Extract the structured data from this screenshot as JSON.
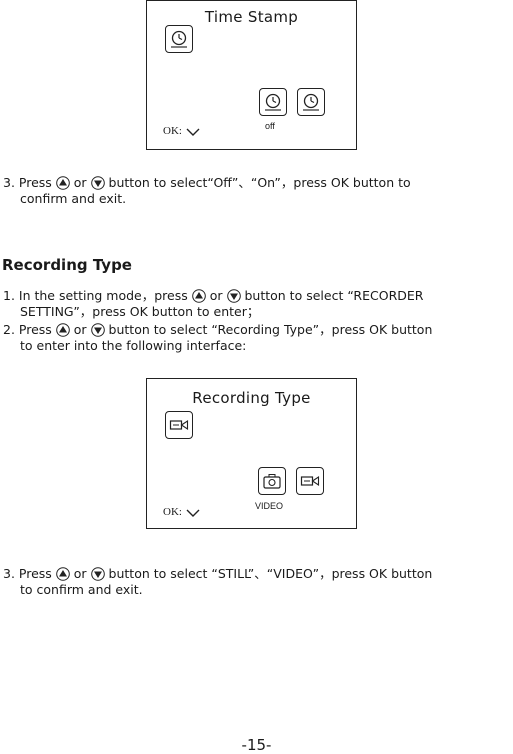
{
  "time_stamp_screen": {
    "title": "Time Stamp",
    "option_label": "off",
    "ok_label": "OK:"
  },
  "step3_time_stamp": {
    "prefix": "3. Press",
    "or": "or",
    "line1_mid": "button to select“Off”、“On”，press OK button to",
    "line2": "confirm and exit."
  },
  "recording_type_heading": "Recording Type",
  "step1": {
    "prefix": "1. In the setting mode，press",
    "or": "or",
    "line1_end": "button to select “RECORDER",
    "line2": "SETTING”，press OK button to enter；"
  },
  "step2": {
    "prefix": "2. Press",
    "or": "or",
    "line1_end": "button to select “Recording Type”，press OK button",
    "line2": "to enter into the following interface:"
  },
  "recording_type_screen": {
    "title": "Recording Type",
    "option_label": "VIDEO",
    "ok_label": "OK:"
  },
  "step3_recording": {
    "prefix": "3. Press",
    "or": "or",
    "line1_end": "button to select “STILL”、“VIDEO”，press OK button",
    "line2": "to confirm and exit."
  },
  "page_number": "-15-",
  "icons": [
    "clock-icon",
    "video-camera-icon",
    "photo-camera-icon",
    "up-arrow-button-icon",
    "down-arrow-button-icon",
    "checkmark-icon"
  ]
}
